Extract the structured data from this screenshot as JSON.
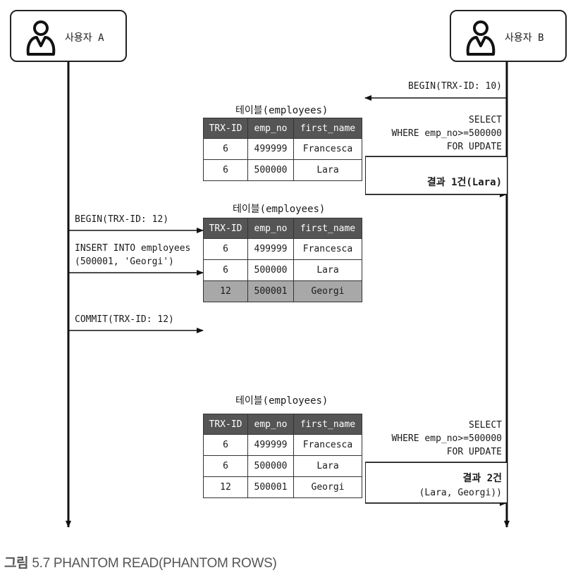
{
  "actors": {
    "a": "사용자 A",
    "b": "사용자 B"
  },
  "table_caption": "테이블(employees)",
  "tables": {
    "headers": [
      "TRX-ID",
      "emp_no",
      "first_name"
    ],
    "t1": [
      [
        "6",
        "499999",
        "Francesca"
      ],
      [
        "6",
        "500000",
        "Lara"
      ]
    ],
    "t2": [
      [
        "6",
        "499999",
        "Francesca"
      ],
      [
        "6",
        "500000",
        "Lara"
      ],
      [
        "12",
        "500001",
        "Georgi"
      ]
    ],
    "t3": [
      [
        "6",
        "499999",
        "Francesca"
      ],
      [
        "6",
        "500000",
        "Lara"
      ],
      [
        "12",
        "500001",
        "Georgi"
      ]
    ]
  },
  "messages": {
    "b_begin": "BEGIN(TRX-ID: 10)",
    "b_select1": "SELECT\nWHERE emp_no>=500000\nFOR UPDATE",
    "b_result1": "결과 1건(Lara)",
    "a_begin": "BEGIN(TRX-ID: 12)",
    "a_insert": "INSERT INTO employees\n(500001, 'Georgi')",
    "a_commit": "COMMIT(TRX-ID: 12)",
    "b_select2": "SELECT\nWHERE emp_no>=500000\nFOR UPDATE",
    "b_result2_line1": "결과 2건",
    "b_result2_line2": "(Lara, Georgi))"
  },
  "figure_caption": {
    "label": "그림",
    "number": "5.7",
    "text": "PHANTOM READ(PHANTOM ROWS)"
  }
}
